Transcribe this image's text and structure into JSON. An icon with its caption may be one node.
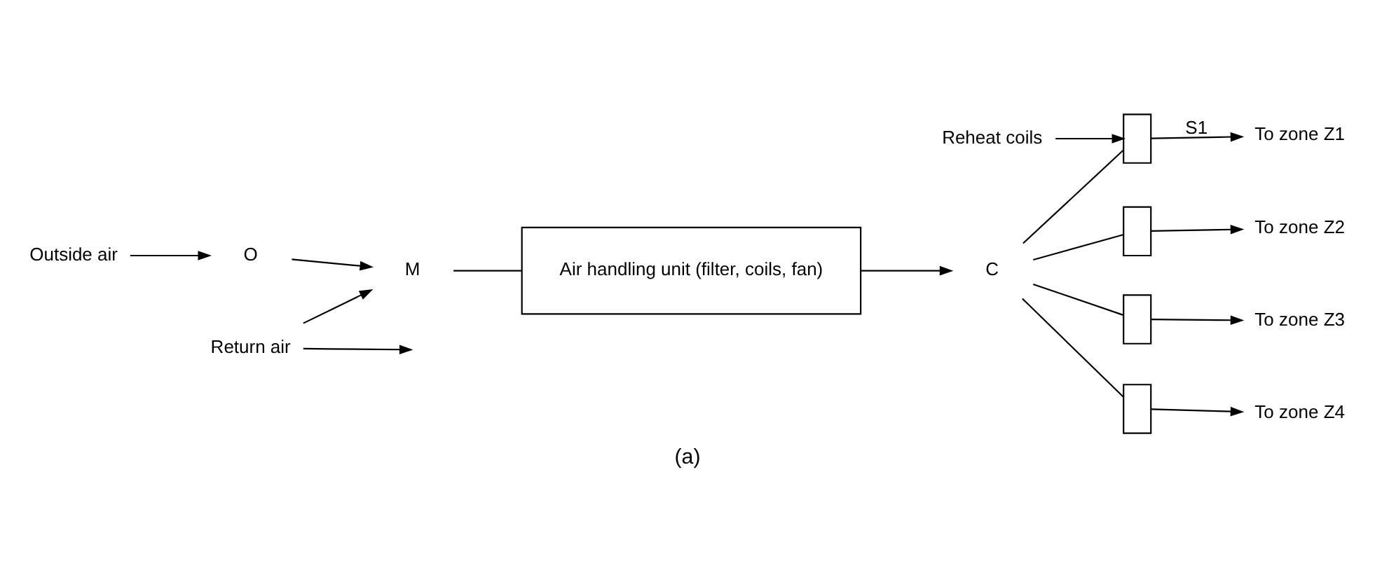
{
  "diagram": {
    "caption": "(a)",
    "nodes": [
      {
        "text": [
          "Outside air"
        ]
      },
      {
        "text": [
          "O"
        ]
      },
      {
        "text": [
          "M"
        ]
      },
      {
        "text": [
          "Air handling unit (filter, coils, fan)"
        ]
      },
      {
        "text": [
          "C"
        ]
      },
      {
        "text": [],
        "shape": "box"
      },
      {
        "text": [],
        "shape": "box"
      },
      {
        "text": [],
        "shape": "box"
      },
      {
        "text": [],
        "shape": "box"
      },
      {
        "text": [
          "Reheat coils"
        ]
      },
      {
        "text": [
          "To zone Z1"
        ]
      },
      {
        "text": [
          "To zone Z2"
        ]
      },
      {
        "text": [
          "To zone Z3"
        ]
      },
      {
        "text": [
          "To zone Z4"
        ]
      },
      {
        "text": [
          "Return air"
        ]
      }
    ],
    "edges": [
      {
        "from": 0,
        "to": 1,
        "arrow": "to"
      },
      {
        "from": 1,
        "to": 2,
        "arrow": "to"
      },
      {
        "from": 2,
        "to": 3,
        "arrow": "none"
      },
      {
        "from": 14,
        "to": 2,
        "arrow": "to"
      },
      {
        "from": 14,
        "to": null,
        "arrow": "to"
      },
      {
        "from": 3,
        "to": 4,
        "arrow": "to"
      },
      {
        "from": 4,
        "to": 5,
        "arrow": "none"
      },
      {
        "from": 4,
        "to": 6,
        "arrow": "none"
      },
      {
        "from": 4,
        "to": 7,
        "arrow": "none"
      },
      {
        "from": 4,
        "to": 8,
        "arrow": "none"
      },
      {
        "from": 9,
        "to": 5,
        "arrow": "to"
      },
      {
        "from": 5,
        "to": 10,
        "arrow": "to",
        "label": "S1"
      },
      {
        "from": 6,
        "to": 11,
        "arrow": "to"
      },
      {
        "from": 7,
        "to": 12,
        "arrow": "to"
      },
      {
        "from": 8,
        "to": 13,
        "arrow": "to"
      }
    ]
  }
}
